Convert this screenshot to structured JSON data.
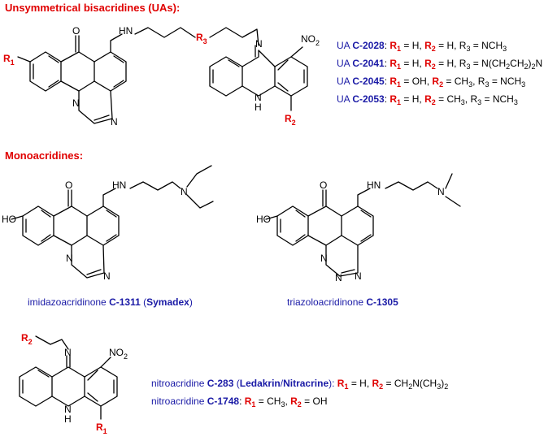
{
  "headings": {
    "ua": "Unsymmetrical bisacridines (UAs):",
    "mono": "Monoacridines:"
  },
  "atoms": {
    "o": "O",
    "hn": "HN",
    "n": "N",
    "h": "H",
    "ho": "HO",
    "no2_main": "NO",
    "no2_sub": "2"
  },
  "rgroups": {
    "r1": "R",
    "r1_sub": "1",
    "r2": "R",
    "r2_sub": "2",
    "r3": "R",
    "r3_sub": "3"
  },
  "ua_list": [
    {
      "prefix": "UA ",
      "code": "C-2028",
      "sep": ": ",
      "r1": "R",
      "r1s": "1",
      "r1v": " = H, ",
      "r2": "R",
      "r2s": "2",
      "r2v": " = H, ",
      "r3v": "R",
      "r3s": "3",
      "r3rest": " = NCH",
      "r3tail": "3",
      "r3end": ""
    },
    {
      "prefix": "UA ",
      "code": "C-2041",
      "sep": ": ",
      "r1": "R",
      "r1s": "1",
      "r1v": " = H, ",
      "r2": "R",
      "r2s": "2",
      "r2v": " = H, ",
      "r3v": "R",
      "r3s": "3",
      "r3rest": " = N(CH",
      "r3tail": "2",
      "r3end": "CH"
    },
    {
      "prefix": "UA ",
      "code": "C-2045",
      "sep": ": ",
      "r1": "R",
      "r1s": "1",
      "r1v": " = OH, ",
      "r2": "R",
      "r2s": "2",
      "r2v": " = CH",
      "r3v": "R",
      "r3s": "3",
      "r3rest": " = NCH",
      "r3tail": "3",
      "r3end": ""
    },
    {
      "prefix": "UA ",
      "code": "C-2053",
      "sep": ": ",
      "r1": "R",
      "r1s": "1",
      "r1v": " = H, ",
      "r2": "R",
      "r2s": "2",
      "r2v": " = CH",
      "r3v": "R",
      "r3s": "3",
      "r3rest": " = NCH",
      "r3tail": "3",
      "r3end": ""
    }
  ],
  "c2041_tail": {
    "a": "2",
    "b": ")",
    "c": "2",
    "d": "N"
  },
  "c2045_ch3": {
    "sub": "3",
    "after": ", "
  },
  "c2053_ch3": {
    "sub": "3",
    "after": ", "
  },
  "captions": {
    "c1311_pre": "imidazoacridinone ",
    "c1311_code": "C-1311",
    "c1311_open": " (",
    "c1311_name": "Symadex",
    "c1311_close": ")",
    "c1305_pre": "triazoloacridinone ",
    "c1305_code": "C-1305",
    "c283_pre": "nitroacridine ",
    "c283_code": "C-283",
    "c283_open": " (",
    "c283_name1": "Ledakrin",
    "c283_slash": "/",
    "c283_name2": "Nitracrine",
    "c283_close": "): ",
    "c283_r1": "R",
    "c283_r1s": "1",
    "c283_r1v": " = H, ",
    "c283_r2": "R",
    "c283_r2s": "2",
    "c283_r2v": " = CH",
    "c283_r2a": "2",
    "c283_r2b": "N(CH",
    "c283_r2c": "3",
    "c283_r2d": ")",
    "c283_r2e": "2",
    "c1748_pre": "nitroacridine ",
    "c1748_code": "C-1748",
    "c1748_sep": ": ",
    "c1748_r1": "R",
    "c1748_r1s": "1",
    "c1748_r1v": " = CH",
    "c1748_r1a": "3",
    "c1748_r1b": ", ",
    "c1748_r2": "R",
    "c1748_r2s": "2",
    "c1748_r2v": " = OH"
  }
}
